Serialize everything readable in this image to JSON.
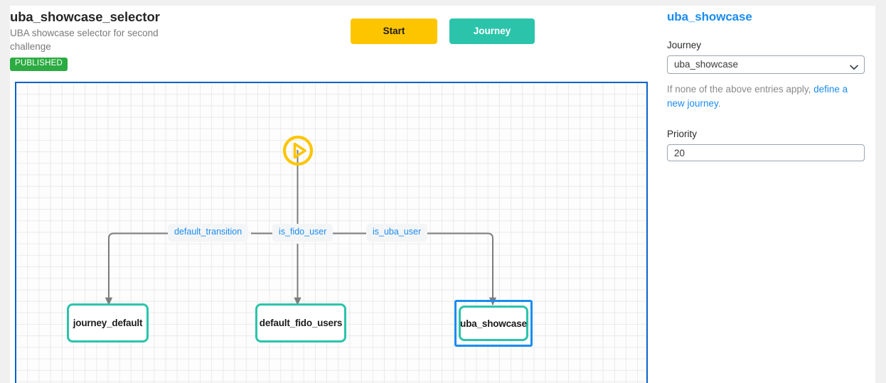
{
  "header": {
    "title": "uba_showcase_selector",
    "subtitle": "UBA showcase selector for second challenge",
    "status_badge": "PUBLISHED"
  },
  "toolbar": {
    "start_label": "Start",
    "journey_label": "Journey",
    "start_color": "#fdc500",
    "journey_color": "#2bc4ab"
  },
  "diagram": {
    "canvas_border_color": "#0a62c9",
    "node_border_color": "#2bc4ab",
    "selected_border_color": "#1a8cf0",
    "start_node": {
      "name": "start",
      "icon": "play-circle-icon",
      "color": "#fdc500"
    },
    "edge_labels": [
      {
        "name": "default_transition",
        "text": "default_transition"
      },
      {
        "name": "is_fido_user",
        "text": "is_fido_user"
      },
      {
        "name": "is_uba_user",
        "text": "is_uba_user"
      }
    ],
    "nodes": [
      {
        "name": "journey_default",
        "label": "journey_default",
        "selected": false
      },
      {
        "name": "default_fido_users",
        "label": "default_fido_users",
        "selected": false
      },
      {
        "name": "uba_showcase",
        "label": "uba_showcase",
        "selected": true
      }
    ]
  },
  "panel": {
    "title": "uba_showcase",
    "journey": {
      "label": "Journey",
      "selected_value": "uba_showcase",
      "options": [
        "uba_showcase"
      ]
    },
    "helper": {
      "prefix": "If none of the above entries apply, ",
      "link": "define a new journey",
      "suffix": "."
    },
    "priority": {
      "label": "Priority",
      "value": "20"
    }
  }
}
